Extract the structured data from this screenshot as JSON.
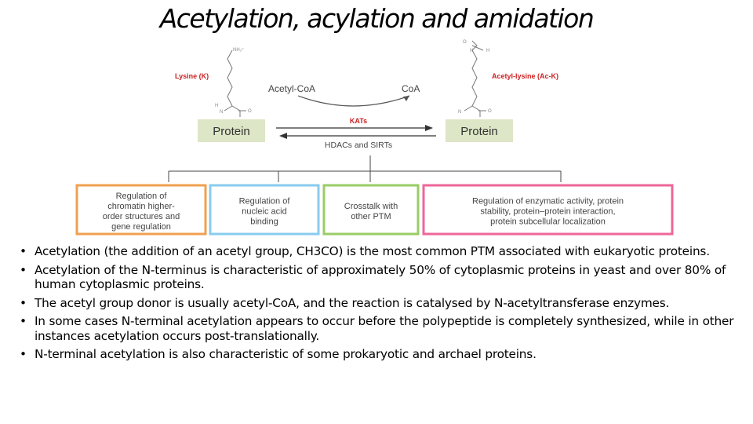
{
  "title": "Acetylation, acylation and amidation",
  "figure": {
    "lysine_label": "Lysine (K)",
    "acetyl_lysine_label": "Acetyl-lysine (Ac-K)",
    "nh3": "NH₃⁺",
    "n_atom": "N",
    "h_atom": "H",
    "o_atom": "O",
    "acetyl_coa": "Acetyl-CoA",
    "coa": "CoA",
    "kats": "KATs",
    "hdacs": "HDACs and SIRTs",
    "protein_left": "Protein",
    "protein_right": "Protein",
    "boxes": [
      {
        "lines": [
          "Regulation of",
          "chromatin higher-",
          "order structures and",
          "gene regulation"
        ],
        "color": "#f0a050"
      },
      {
        "lines": [
          "Regulation of",
          "nucleic acid",
          "binding"
        ],
        "color": "#88ccee"
      },
      {
        "lines": [
          "Crosstalk with",
          "other PTM"
        ],
        "color": "#99cc66"
      },
      {
        "lines": [
          "Regulation of enzymatic activity, protein",
          "stability, protein–protein interaction,",
          "protein subcellular localization"
        ],
        "color": "#ee6699"
      }
    ],
    "colors": {
      "protein_box": "#dde6c6",
      "red_label": "#cc2222"
    }
  },
  "bullets": [
    "Acetylation (the addition of an acetyl group, CH3CO) is the most common PTM associated with eukaryotic proteins.",
    "Acetylation of the N-terminus is characteristic of approximately 50% of cytoplasmic proteins in yeast and over 80% of human cytoplasmic proteins.",
    "The acetyl group donor is usually acetyl-CoA, and the reaction is catalysed by N-acetyltransferase enzymes.",
    "In some cases N-terminal acetylation appears to occur before the polypeptide is completely synthesized, while in other instances acetylation occurs post-translationally.",
    "N-terminal acetylation is also characteristic of some prokaryotic and archael proteins."
  ]
}
